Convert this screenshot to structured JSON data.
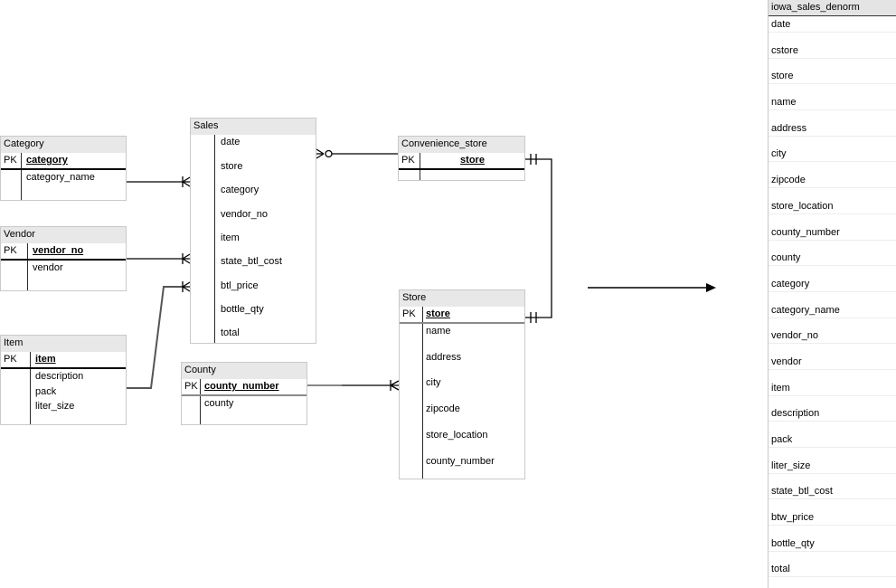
{
  "diagram": {
    "entities": [
      {
        "id": "category",
        "title": "Category",
        "pk_label": "PK",
        "pk": [
          "category"
        ],
        "fields": [
          "category_name"
        ]
      },
      {
        "id": "vendor",
        "title": "Vendor",
        "pk_label": "PK",
        "pk": [
          "vendor_no"
        ],
        "fields": [
          "vendor"
        ]
      },
      {
        "id": "item",
        "title": "Item",
        "pk_label": "PK",
        "pk": [
          "item"
        ],
        "fields": [
          "description",
          "pack",
          "liter_size"
        ]
      },
      {
        "id": "sales",
        "title": "Sales",
        "pk_label": "",
        "pk": [],
        "fields": [
          "date",
          "store",
          "category",
          "vendor_no",
          "item",
          "state_btl_cost",
          "btl_price",
          "bottle_qty",
          "total"
        ]
      },
      {
        "id": "convenience_store",
        "title": "Convenience_store",
        "pk_label": "PK",
        "pk": [
          "store"
        ],
        "fields": []
      },
      {
        "id": "store",
        "title": "Store",
        "pk_label": "PK",
        "pk": [
          "store"
        ],
        "fields": [
          "name",
          "address",
          "city",
          "zipcode",
          "store_location",
          "county_number"
        ]
      },
      {
        "id": "county",
        "title": "County",
        "pk_label": "PK",
        "pk": [
          "county_number"
        ],
        "fields": [
          "county"
        ]
      }
    ]
  },
  "denorm_panel": {
    "title": "iowa_sales_denorm",
    "fields": [
      "date",
      "cstore",
      "store",
      "name",
      "address",
      "city",
      "zipcode",
      "store_location",
      "county_number",
      "county",
      "category",
      "category_name",
      "vendor_no",
      "vendor",
      "item",
      "description",
      "pack",
      "liter_size",
      "state_btl_cost",
      "btw_price",
      "bottle_qty",
      "total"
    ]
  },
  "colors": {
    "header_bg": "#e8e8e8",
    "box_border": "#c9c9c9",
    "connector": "#000000",
    "gray_connector": "#555555",
    "gray_pk_rule": "#8a8a8a"
  }
}
